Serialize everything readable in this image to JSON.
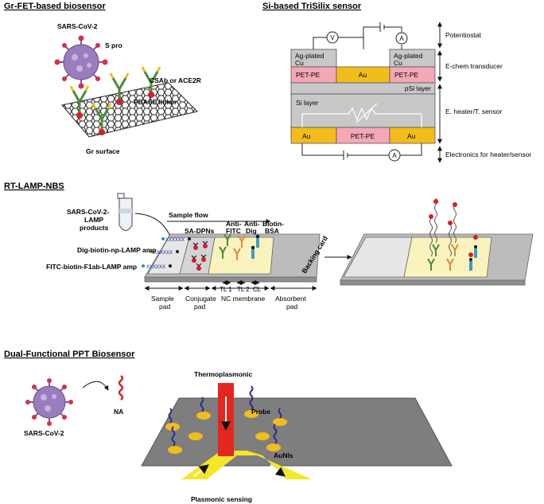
{
  "panel_gr": {
    "title": "Gr-FET-based biosensor",
    "virus_label": "SARS-CoV-2",
    "s_pro": "S pro",
    "antibody": "CSAb or ACE2R",
    "linker": "PBASE linker",
    "surface": "Gr surface"
  },
  "panel_si": {
    "title": "Si-based TriSilix sensor",
    "volt": "V",
    "amp_top": "A",
    "amp_bottom": "A",
    "ag_left_1": "Ag-plated",
    "ag_left_2": "Cu",
    "ag_right_1": "Ag-plated",
    "ag_right_2": "Cu",
    "pet_left": "PET-PE",
    "au_mid": "Au",
    "pet_right": "PET-PE",
    "psi": "pSi layer",
    "si": "Si layer",
    "au_left": "Au",
    "pet_mid": "PET-PE",
    "au_right": "Au",
    "side_potentiostat": "Potentiostat",
    "side_transducer": "E-chem transducer",
    "side_heater": "E. heater/T. sensor",
    "side_electronics": "Electronics for heater/sensor"
  },
  "panel_lamp": {
    "title": "RT-LAMP-NBS",
    "products_1": "SARS-CoV-2-",
    "products_2": "LAMP",
    "products_3": "products",
    "sample_flow": "Sample flow",
    "dig_amp": "Dig-biotin-np-LAMP amp",
    "fitc_amp": "FITC-biotin-F1ab-LAMP amp",
    "sa_dpns": "SA-DPNs",
    "anti_fitc_1": "Anti-",
    "anti_fitc_2": "FITC",
    "anti_dig_1": "Anti-",
    "anti_dig_2": "Dig",
    "biotin_bsa_1": "Biotin-",
    "biotin_bsa_2": "BSA",
    "backing": "Backing card",
    "xx": "xxxxxx",
    "tl1": "TL 1",
    "tl2": "TL 2",
    "cl": "CL",
    "sample_pad_1": "Sample",
    "sample_pad_2": "pad",
    "conj_pad_1": "Conjugate",
    "conj_pad_2": "pad",
    "nc": "NC membrane",
    "abs_pad_1": "Absorbent",
    "abs_pad_2": "pad"
  },
  "panel_ppt": {
    "title": "Dual-Functional PPT Biosensor",
    "virus_label": "SARS-CoV-2",
    "na": "NA",
    "thermo": "Thermoplasmonic",
    "probe": "Probe",
    "aunis": "AuNIs",
    "sensing": "Plasmonic sensing"
  },
  "colors": {
    "gold": "#f2bd1a",
    "pink": "#f4a7b4",
    "gray": "#c8c8c8",
    "thermo_red": "#e3261f",
    "beam_yellow": "#f5e62a",
    "virus": "#9b7dbd"
  }
}
